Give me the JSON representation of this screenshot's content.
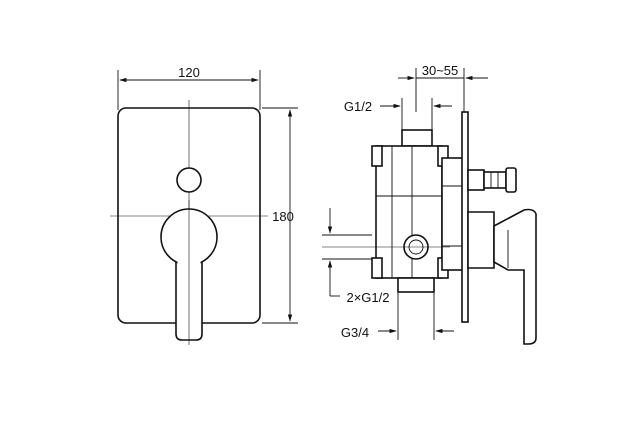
{
  "front_view": {
    "width_label": "120",
    "height_label": "180"
  },
  "side_view": {
    "depth_label": "30~55",
    "top_port_label": "G1/2",
    "side_ports_label": "2×G1/2",
    "bottom_port_label": "G3/4"
  }
}
